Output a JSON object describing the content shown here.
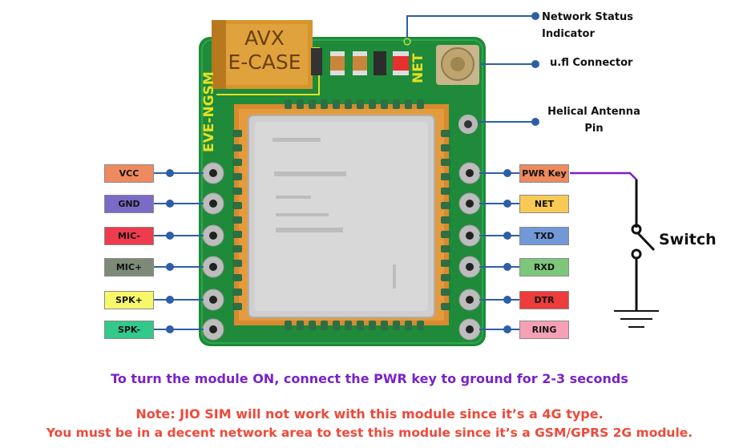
{
  "module": {
    "board_name": "EVE-NGSM",
    "capacitor_line1": "AVX",
    "capacitor_line2": "E-CASE",
    "net_silk": "NET"
  },
  "left_pins": [
    {
      "label": "VCC",
      "color": "#EE8A5E"
    },
    {
      "label": "GND",
      "color": "#7B6BC6"
    },
    {
      "label": "MIC-",
      "color": "#EE3B4E"
    },
    {
      "label": "MIC+",
      "color": "#7D8A78"
    },
    {
      "label": "SPK+",
      "color": "#F7F76A"
    },
    {
      "label": "SPK-",
      "color": "#32C98A"
    }
  ],
  "right_pins": [
    {
      "label": "PWR Key",
      "color": "#EE8A5E"
    },
    {
      "label": "NET",
      "color": "#F6CA54"
    },
    {
      "label": "TXD",
      "color": "#7199D7"
    },
    {
      "label": "RXD",
      "color": "#7DC77B"
    },
    {
      "label": "DTR",
      "color": "#EE3B3B"
    },
    {
      "label": "RING",
      "color": "#F5A0B5"
    }
  ],
  "callouts": {
    "network_status_line1": "Network Status",
    "network_status_line2": "Indicator",
    "ufl": "u.fl  Connector",
    "helical_line1": "Helical Antenna",
    "helical_line2": "Pin",
    "switch": "Switch"
  },
  "captions": {
    "power_on": "To turn the module ON, connect the PWR key to ground for 2-3 seconds",
    "note_line1": "Note: JIO SIM will not work with this module since it’s a 4G type.",
    "note_line2": "You must be in a decent network area to test this module since it’s a GSM/GPRS 2G module."
  },
  "colors": {
    "pcb": "#1E8A3A",
    "accent_purple": "#7A22C8",
    "accent_red": "#EE4A3A",
    "callout_line": "#2E5EA8"
  }
}
